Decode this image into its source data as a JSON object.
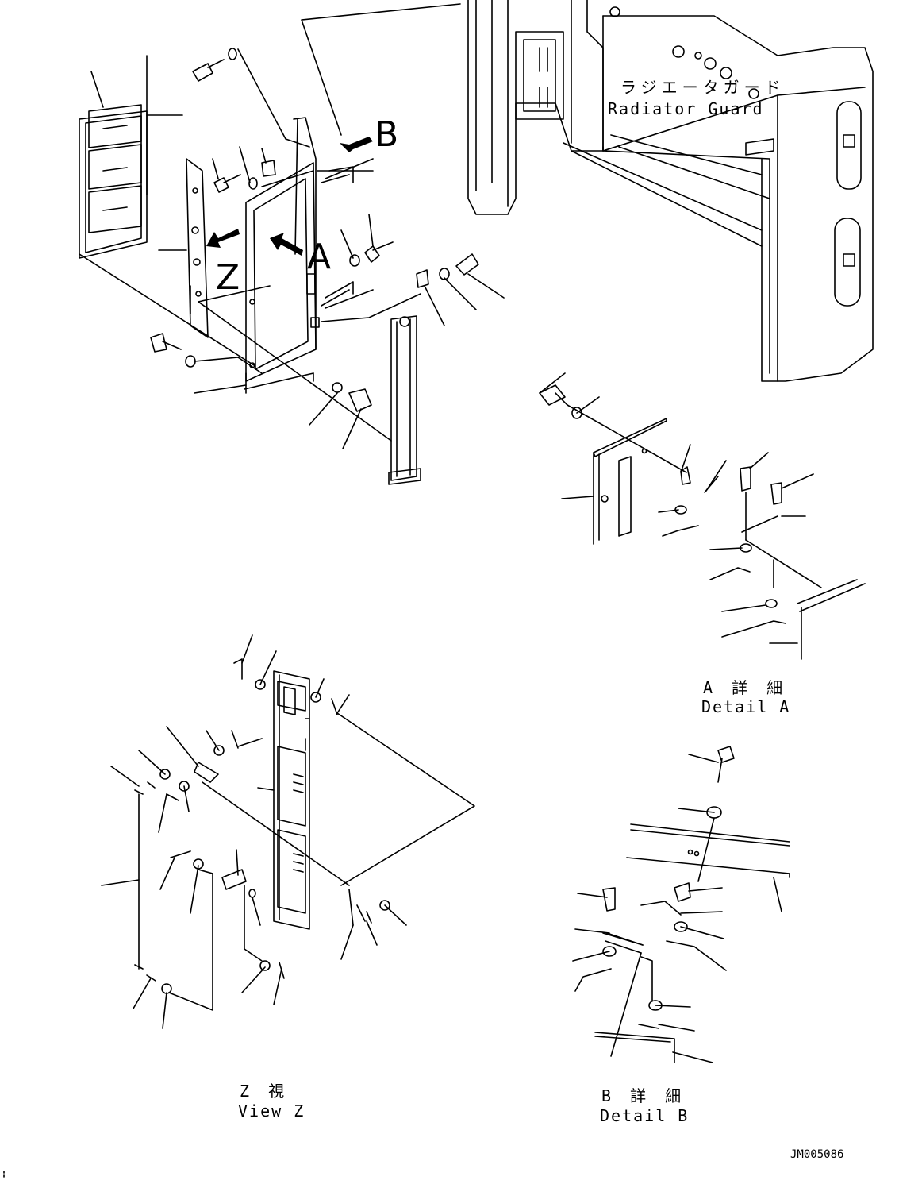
{
  "callouts": {
    "view_b": "B",
    "view_a": "A",
    "view_z": "Z"
  },
  "radiator_guard": {
    "jp": "ラジエータガード",
    "en": "Radiator Guard"
  },
  "detail_a": {
    "jp": "A 詳 細",
    "en": "Detail A"
  },
  "detail_b": {
    "jp": "B 詳 細",
    "en": "Detail B"
  },
  "view_z": {
    "jp": "Z  視",
    "en": "View Z"
  },
  "drawing_code": "JM005086"
}
